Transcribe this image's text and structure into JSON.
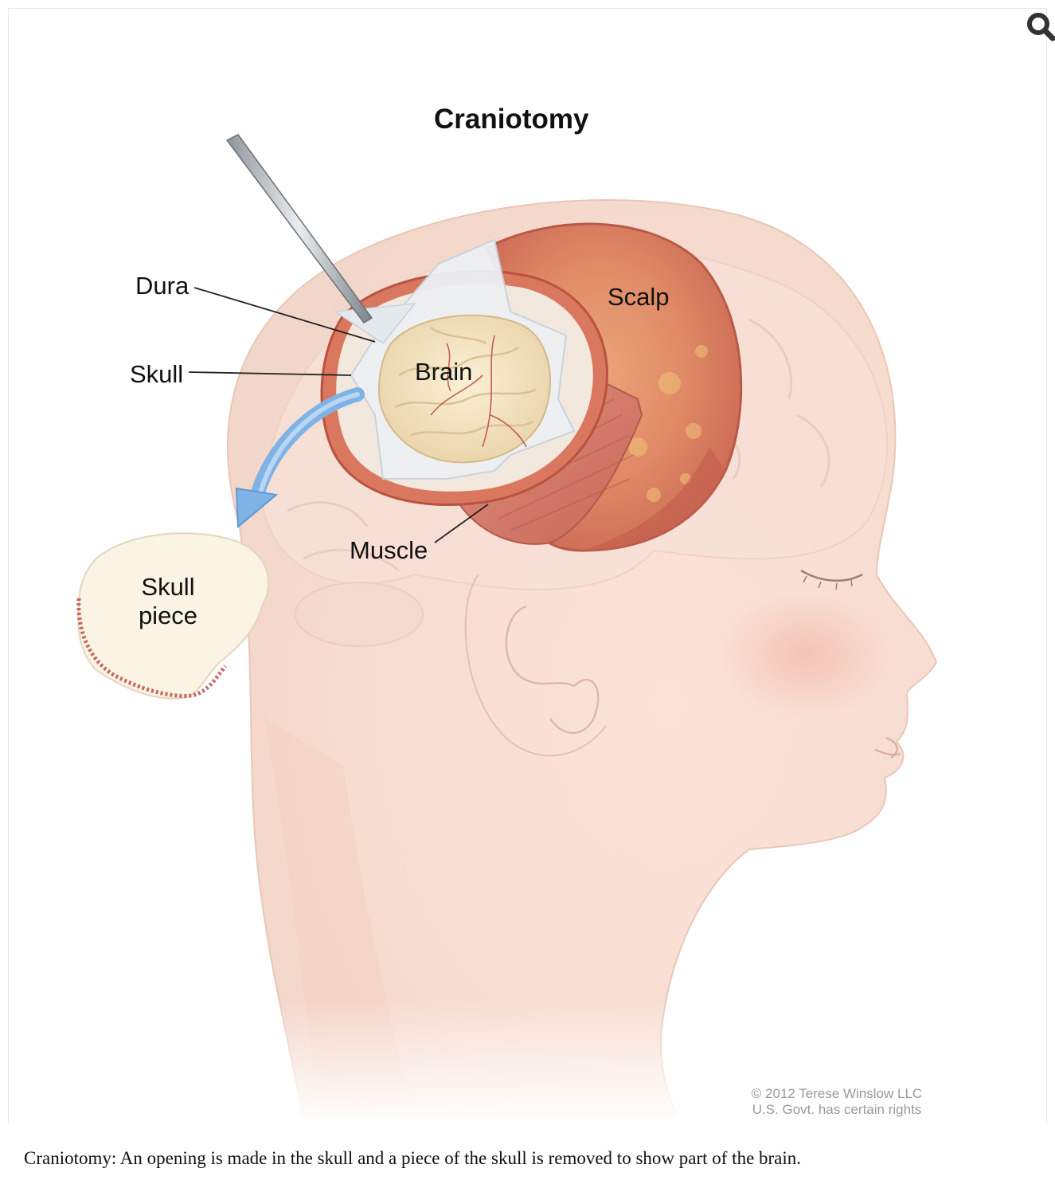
{
  "figure": {
    "title": "Craniotomy",
    "labels": {
      "dura": "Dura",
      "skull": "Skull",
      "brain": "Brain",
      "scalp": "Scalp",
      "muscle": "Muscle",
      "skull_piece_line1": "Skull",
      "skull_piece_line2": "piece"
    },
    "copyright_line1": "© 2012 Terese Winslow LLC",
    "copyright_line2": "U.S. Govt. has certain rights"
  },
  "caption": "Craniotomy: An opening is made in the skull and a piece of the skull is removed to show part of the brain.",
  "toolbar": {
    "zoom_icon": "magnifier-icon"
  },
  "colors": {
    "skin": "#f6dcd0",
    "scalp": "#e0836a",
    "muscle": "#d8786a",
    "brain": "#f3e6c2",
    "dura": "#eef1f4",
    "arrow": "#7fb3e6",
    "bone": "#fbf3e3"
  }
}
